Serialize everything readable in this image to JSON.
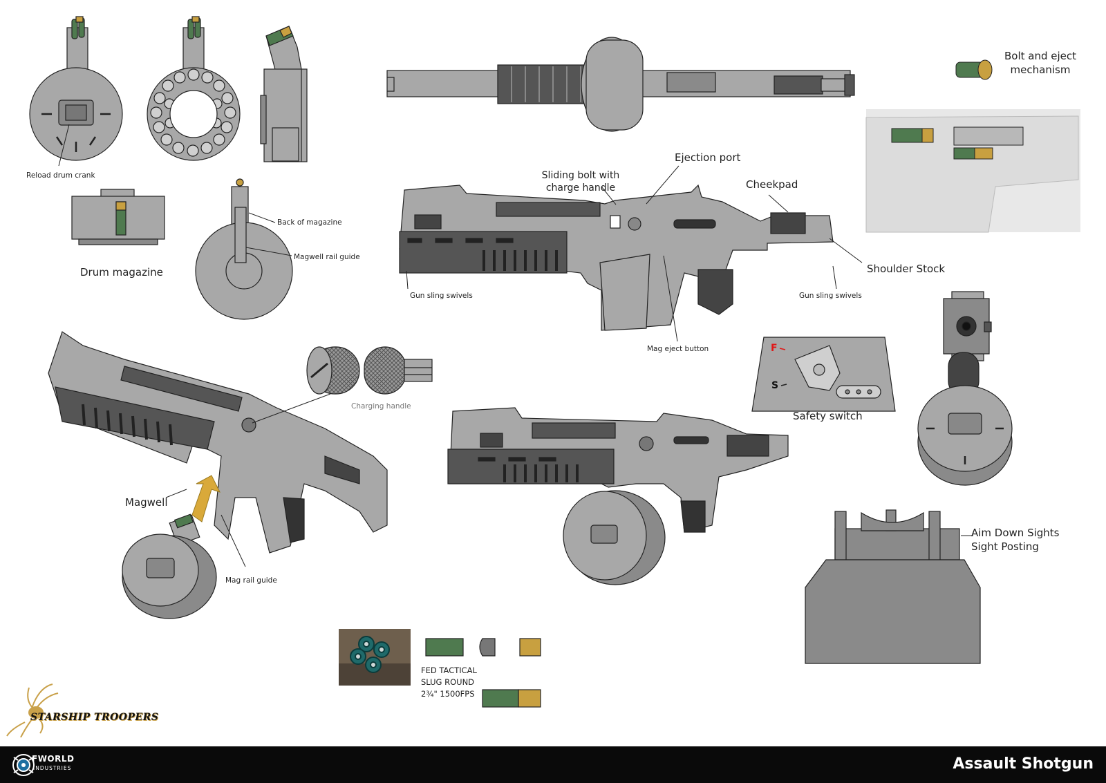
{
  "labels": {
    "reload_drum_crank": "Reload drum crank",
    "back_of_magazine": "Back of magazine",
    "magwell_rail_guide": "Magwell rail guide",
    "drum_magazine": "Drum magazine",
    "sliding_bolt_line1": "Sliding bolt with",
    "sliding_bolt_line2": "charge handle",
    "ejection_port": "Ejection port",
    "cheekpad": "Cheekpad",
    "shoulder_stock": "Shoulder Stock",
    "gun_sling_swivels_left": "Gun sling swivels",
    "gun_sling_swivels_right": "Gun sling swivels",
    "mag_eject_button": "Mag eject button",
    "bolt_eject_line1": "Bolt and eject",
    "bolt_eject_line2": "mechanism",
    "charging_handle": "Charging handle",
    "magwell": "Magwell",
    "mag_rail_guide": "Mag rail guide",
    "safety_switch": "Safety switch",
    "safety_fire": "F",
    "safety_safe": "S",
    "ads_line1": "Aim Down Sights",
    "ads_line2": "Sight Posting",
    "ammo_line1": "FED TACTICAL",
    "ammo_line2": "SLUG ROUND",
    "ammo_line3": "2¾\" 1500FPS"
  },
  "footer": {
    "title": "Assault Shotgun",
    "studio_name": "FWORLD",
    "studio_sub": "INDUSTRIES",
    "studio_logo_icon": "offworld-logo-icon"
  },
  "brand": {
    "logo_text": "STARSHIP TROOPERS",
    "logo_icon": "starship-troopers-logo-icon"
  },
  "colors": {
    "gun_body": "#a8a8a8",
    "gun_dark": "#4a4a4a",
    "shell_green": "#4f7a4f",
    "shell_brass": "#c8a040",
    "arrow_gold": "#d9a93a",
    "safety_fire": "#e01818"
  }
}
